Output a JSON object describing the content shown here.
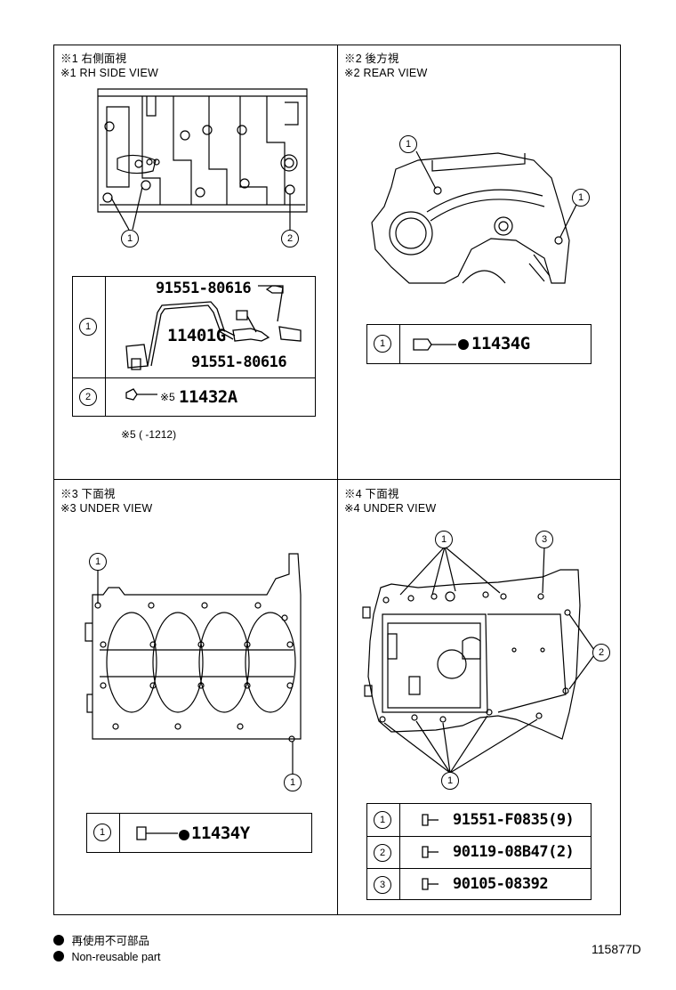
{
  "panels": {
    "rh_side": {
      "title_jp": "※1 右側面視",
      "title_en": "※1 RH SIDE VIEW",
      "callouts": [
        "1",
        "2"
      ]
    },
    "rear": {
      "title_jp": "※2 後方視",
      "title_en": "※2 REAR VIEW",
      "callouts": [
        "1",
        "1"
      ]
    },
    "under3": {
      "title_jp": "※3 下面視",
      "title_en": "※3 UNDER VIEW",
      "callouts": [
        "1",
        "1"
      ]
    },
    "under4": {
      "title_jp": "※4 下面視",
      "title_en": "※4 UNDER VIEW",
      "callouts": [
        "1",
        "3",
        "2",
        "1"
      ]
    }
  },
  "tables": {
    "rh_side": {
      "rows": [
        {
          "index": "1",
          "parts": [
            "91551-80616",
            "11401G",
            "91551-80616"
          ]
        },
        {
          "index": "2",
          "note_mark": "※5",
          "part": "11432A"
        }
      ],
      "footnote": "※5 (      -1212)"
    },
    "rear": {
      "rows": [
        {
          "index": "1",
          "part": "11434G"
        }
      ]
    },
    "under3": {
      "rows": [
        {
          "index": "1",
          "part": "11434Y"
        }
      ]
    },
    "under4": {
      "rows": [
        {
          "index": "1",
          "part": "91551-F0835(9)"
        },
        {
          "index": "2",
          "part": "90119-08B47(2)"
        },
        {
          "index": "3",
          "part": "90105-08392"
        }
      ]
    }
  },
  "legend": {
    "jp": "再使用不可部品",
    "en": "Non-reusable part"
  },
  "figure_id": "115877D"
}
